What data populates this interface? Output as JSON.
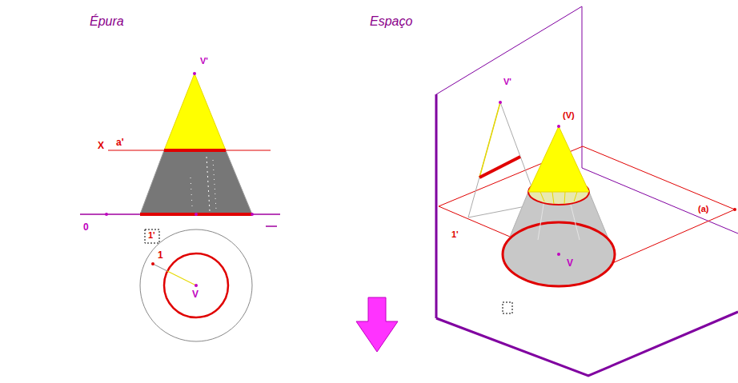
{
  "diagram": {
    "labels": [
      "Épura",
      "Espaço",
      "V'",
      "X",
      "a'",
      "0",
      "1'",
      "1",
      "V",
      "V'",
      "(V)",
      "(a)",
      "1'",
      "V"
    ]
  }
}
